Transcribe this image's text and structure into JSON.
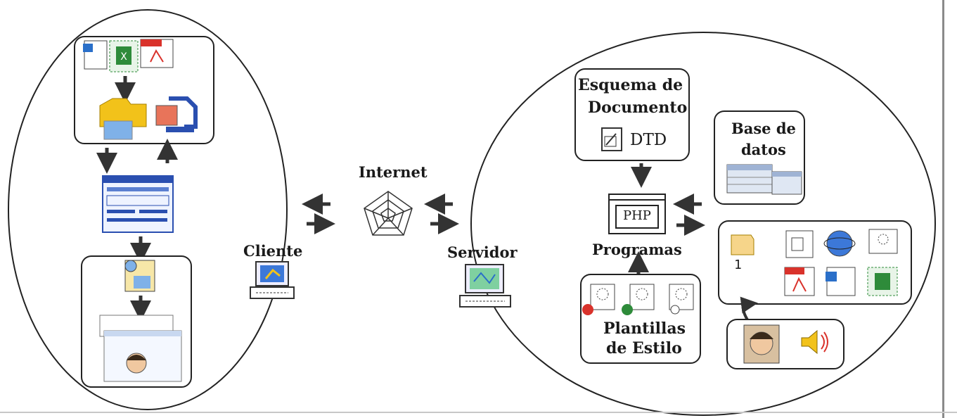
{
  "labels": {
    "internet": "Internet",
    "cliente": "Cliente",
    "servidor": "Servidor",
    "esquema_line1": "Esquema de",
    "esquema_line2": "Documento",
    "dtd": "DTD",
    "base_line1": "Base de",
    "base_line2": "datos",
    "php": "PHP",
    "programas": "Programas",
    "plantillas_line1": "Plantillas",
    "plantillas_line2": "de Estilo",
    "counter": "1"
  },
  "colors": {
    "line": "#222222",
    "folder_yellow": "#f2c21a",
    "pdf_red": "#d9322b",
    "word_blue": "#2a6fc9",
    "excel_green": "#2e8b3a",
    "screen_blue": "#3c78d8"
  }
}
